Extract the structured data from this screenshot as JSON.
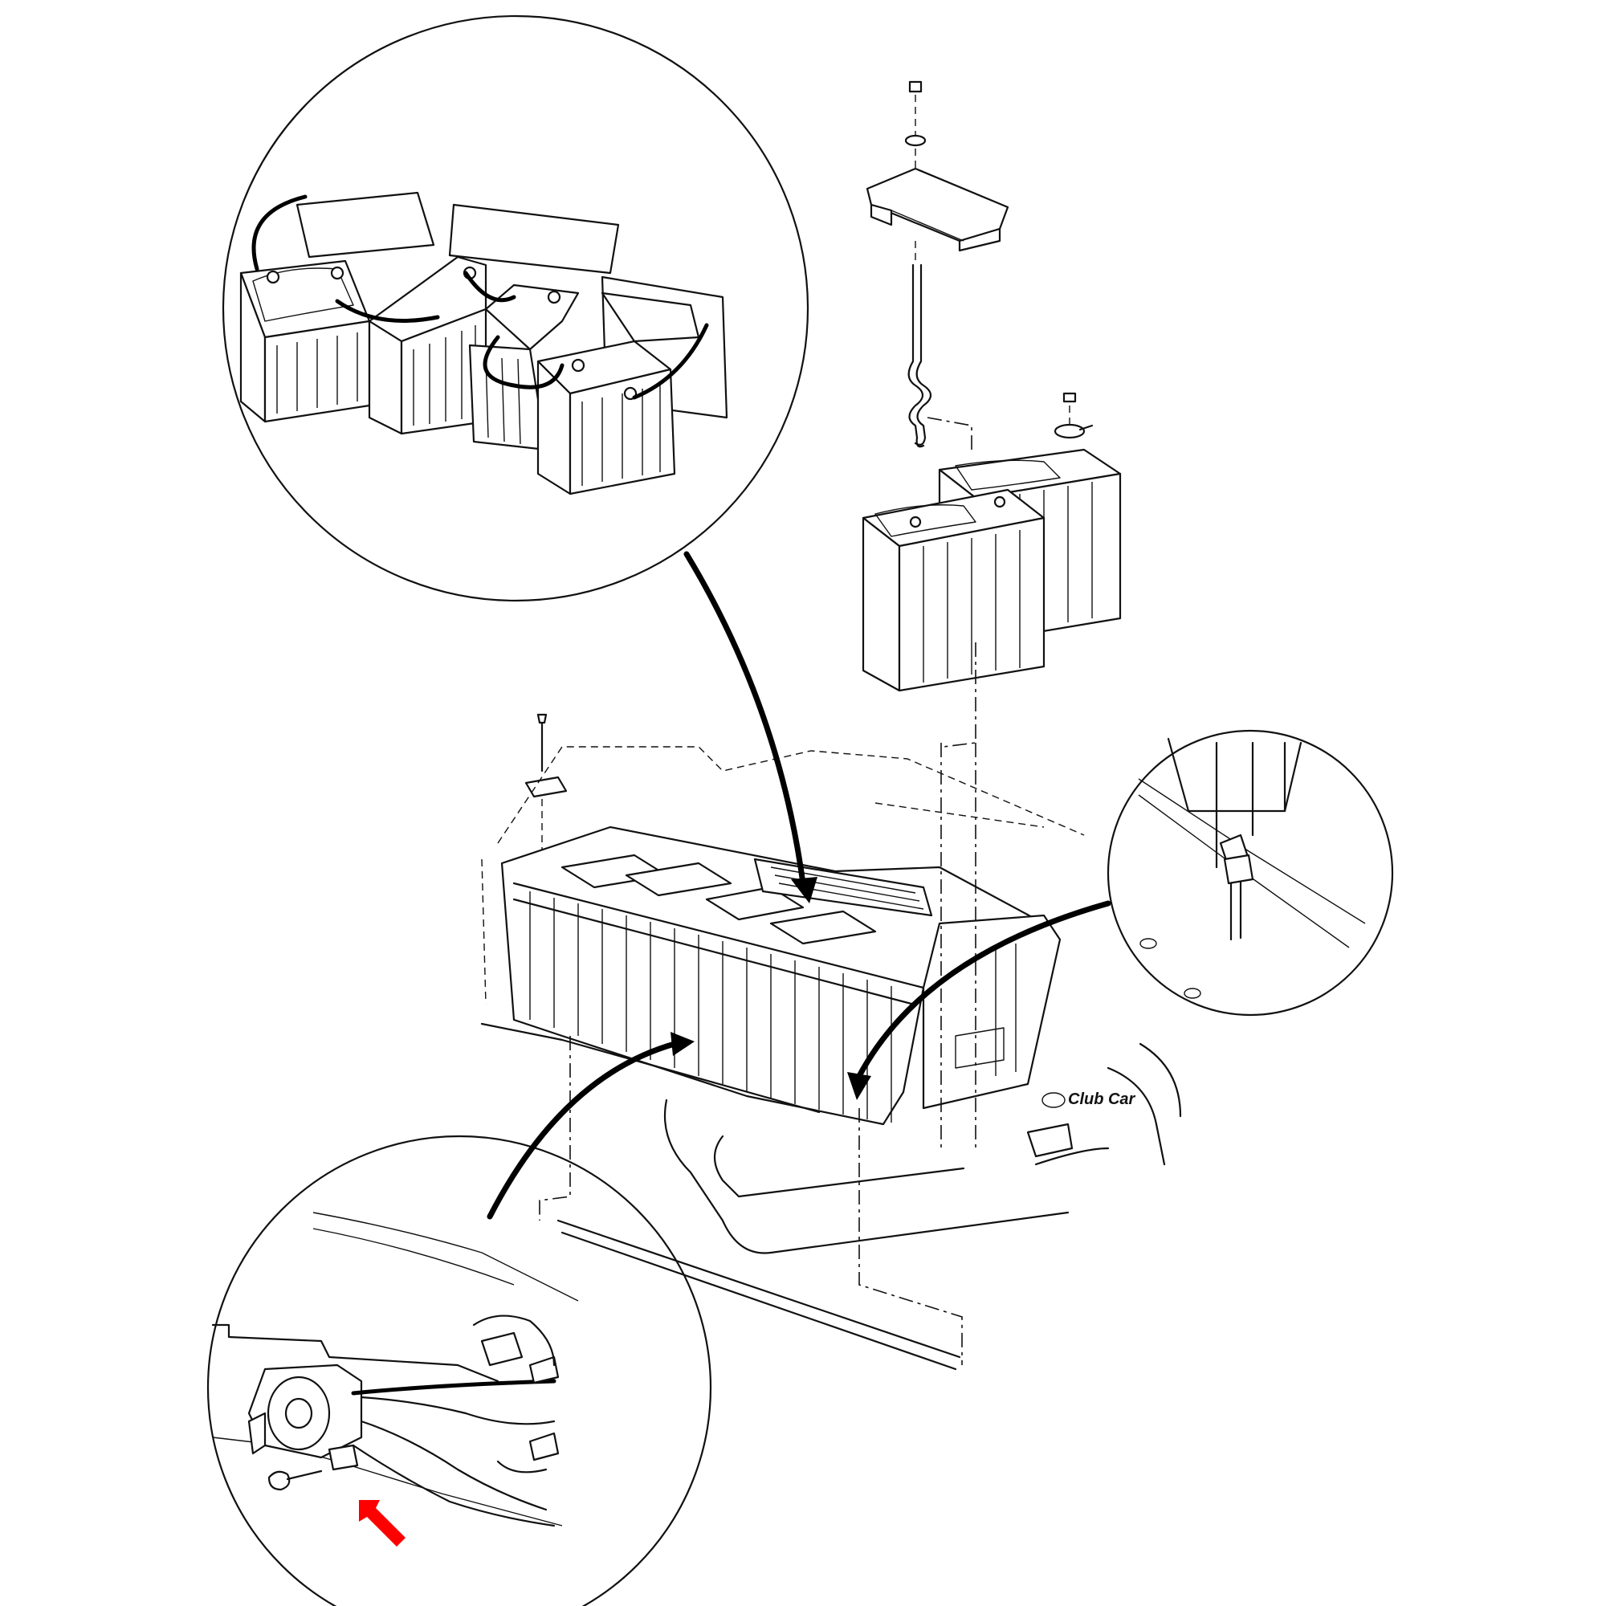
{
  "figure": {
    "brand_badge": "Club Car"
  },
  "colors": {
    "line": "#111111",
    "background": "#ffffff",
    "indicator_arrow": "#ff0000"
  },
  "icons": {
    "callout_top": "battery-pack-detail",
    "callout_right": "hold-down-rod-detail",
    "callout_bottom": "charger-receptacle-detail",
    "indicator": "red-pointer-arrow"
  }
}
